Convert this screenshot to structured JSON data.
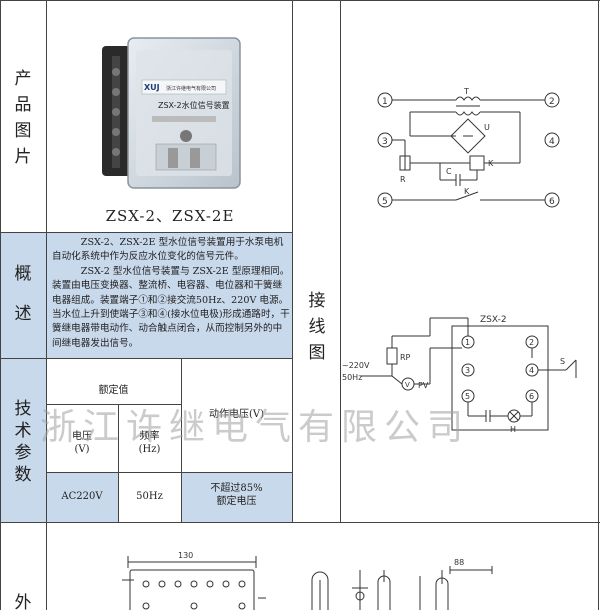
{
  "rows": {
    "photo_label": [
      "产",
      "品",
      "图",
      "片"
    ],
    "overview_label": [
      "概",
      "述"
    ],
    "tech_label": [
      "技",
      "术",
      "参",
      "数"
    ],
    "wiring_label": [
      "接",
      "线",
      "图"
    ],
    "dims_label": [
      "外"
    ]
  },
  "product": {
    "caption": "ZSX-2、ZSX-2E",
    "face_brand": "XUJ",
    "face_model": "ZSX-2水位信号装置",
    "face_maker": "浙江许继电气有限公司"
  },
  "overview": {
    "p1": "ZSX-2、ZSX-2E 型水位信号装置用于水泵电机自动化系统中作为反应水位变化的信号元件。",
    "p2": "ZSX-2 型水位信号装置与 ZSX-2E 型原理相同。装置由电压变换器、整流桥、电容器、电位器和干簧继电器组成。装置端子①和②接交流50Hz、220V 电源。当水位上升到使端子③和④(接水位电极)形成通路时，干簧继电器带电动作、动合触点闭合，从而控制另外的中间继电器发出信号。"
  },
  "tech": {
    "rated": "额定值",
    "voltage": "电压",
    "voltage_unit": "(V)",
    "frequency": "频率",
    "frequency_unit": "(Hz)",
    "operate": "动作电压(V)",
    "voltage_val": "AC220V",
    "frequency_val": "50Hz",
    "operate_val_1": "不超过85%",
    "operate_val_2": "额定电压"
  },
  "watermark": "浙江许继电气有限公司",
  "schematic": {
    "t1": "1",
    "t2": "2",
    "t3": "3",
    "t4": "4",
    "t5": "5",
    "t6": "6",
    "T": "T",
    "U": "U",
    "R": "R",
    "K": "K",
    "C": "C",
    "K2": "K"
  },
  "wiring": {
    "box": "ZSX-2",
    "rp": "RP",
    "supply_1": "~220V",
    "supply_2": "50Hz",
    "v": "V",
    "pv": "PV",
    "s": "S",
    "h": "H",
    "t1": "1",
    "t2": "2",
    "t3": "3",
    "t4": "4",
    "t5": "5",
    "t6": "6"
  },
  "dims": {
    "width": "130",
    "side": "88"
  },
  "colors": {
    "table_blue": "#c9d9ec",
    "border": "#444444"
  }
}
